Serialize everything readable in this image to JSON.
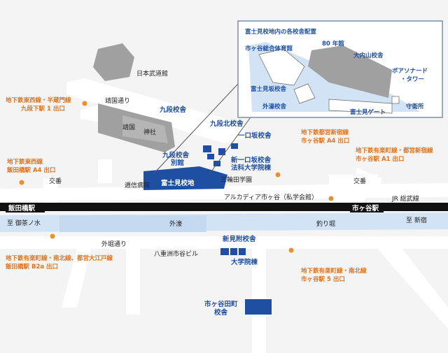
{
  "colors": {
    "background": "#f4f4f4",
    "road": "#ffffff",
    "river": "#d2e3f5",
    "campus_blue": "#1e4fa3",
    "orange_label": "#e0731c",
    "rail": "#111111",
    "building_gray": "#a0a0a0"
  },
  "landmarks": {
    "budokan": "日本武道館",
    "yasukuni_street": "靖国通り",
    "yasukuni_shrine_1": "靖国",
    "yasukuni_shrine_2": "神社",
    "teishin_hospital": "逓信病院",
    "koban_left": "交番",
    "koban_right": "交番",
    "sanwa_gakuen": "三輪田学園",
    "arcadia": "アルカディア市ヶ谷（私学会館）",
    "sotobori_street": "外堀通り",
    "sotobori": "外濠",
    "tsuribori": "釣り堀",
    "to_ochanomizu": "至 御茶ノ水",
    "to_shinjuku": "至 新宿",
    "jr_line": "JR 総武線",
    "yaesu_building": "八重洲市谷ビル"
  },
  "stations": {
    "iidabashi": "飯田橋駅",
    "ichigaya": "市ヶ谷駅"
  },
  "campus": {
    "kudan": "九段校舎",
    "kudan_annex_1": "九段校舎",
    "kudan_annex_2": "別館",
    "kudan_kita": "九段北校舎",
    "ichigaya_zaka": "一口坂校舎",
    "shin_ichigaya_zaka_1": "新一口坂校舎",
    "shin_ichigaya_zaka_2": "法科大学院棟",
    "fujimi_main": "富士見校地",
    "shin_mitsuke": "新見附校舎",
    "daigakuin": "大学院棟",
    "ichigaya_tamachi_1": "市ヶ谷田町",
    "ichigaya_tamachi_2": "校舎"
  },
  "exits": {
    "kudanshita_1": "地下鉄東西線・半蔵門線",
    "kudanshita_2": "九段下駅 1 出口",
    "iidabashi_a4_1": "地下鉄東西線",
    "iidabashi_a4_2": "飯田橋駅 A4 出口",
    "iidabashi_b2a_1": "地下鉄有楽町線・南北線、都営大江戸線",
    "iidabashi_b2a_2": "飯田橋駅 B2a 出口",
    "ichigaya_a4_1": "地下鉄都営新宿線",
    "ichigaya_a4_2": "市ヶ谷駅 A4 出口",
    "ichigaya_a1_1": "地下鉄有楽町線・都営新宿線",
    "ichigaya_a1_2": "市ヶ谷駅 A1 出口",
    "ichigaya_5_1": "地下鉄有楽町線・南北線",
    "ichigaya_5_2": "市ヶ谷駅 5 出口"
  },
  "inset": {
    "title": "富士見校地内の各校舎配置",
    "gym": "市ヶ谷総合体育館",
    "bldg80": "80 年館",
    "ouchiyama": "大内山校舎",
    "boissonade_1": "ボアソナード",
    "boissonade_2": "・タワー",
    "fujimizaka": "富士見坂校舎",
    "sotobori_bldg": "外濠校舎",
    "fujimi_gate": "富士見ゲート",
    "guard": "守衛所"
  }
}
